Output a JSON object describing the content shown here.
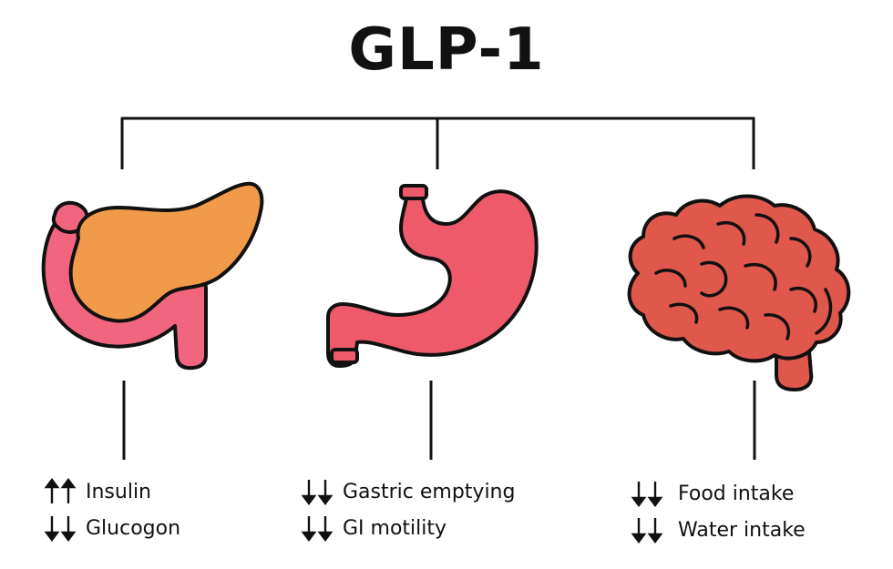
{
  "title": "GLP-1",
  "colors": {
    "line": "#111111",
    "pancreas_body": "#f09a4a",
    "pancreas_duodenum": "#f2657f",
    "stomach": "#ee5a6a",
    "brain": "#e0574b"
  },
  "organs": [
    {
      "icon": "pancreas-icon",
      "effects": [
        {
          "direction": "up",
          "label": "Insulin"
        },
        {
          "direction": "down",
          "label": "Glucogon"
        }
      ]
    },
    {
      "icon": "stomach-icon",
      "effects": [
        {
          "direction": "down",
          "label": "Gastric emptying"
        },
        {
          "direction": "down",
          "label": "GI motility"
        }
      ]
    },
    {
      "icon": "brain-icon",
      "effects": [
        {
          "direction": "down",
          "label": "Food intake"
        },
        {
          "direction": "down",
          "label": "Water intake"
        }
      ]
    }
  ]
}
